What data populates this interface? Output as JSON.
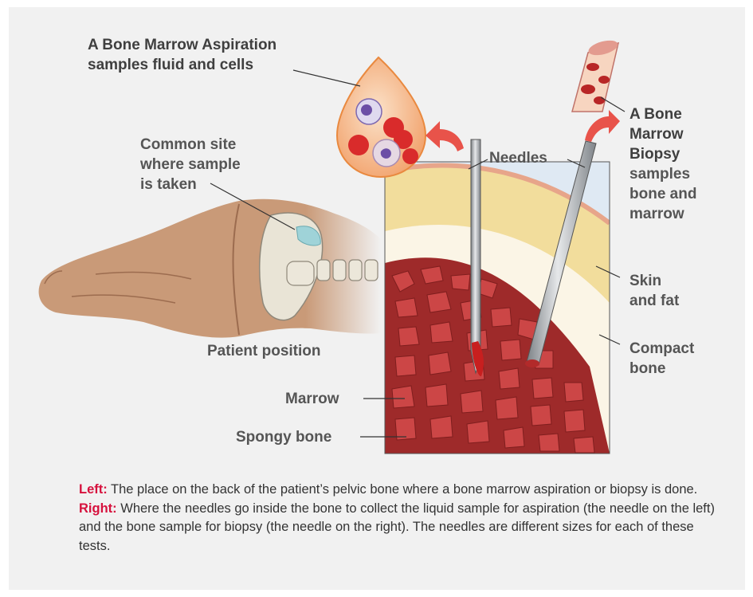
{
  "labels": {
    "aspiration_title": "A Bone Marrow Aspiration",
    "aspiration_desc": "samples fluid and cells",
    "site": [
      "Common site",
      "where sample",
      "is taken"
    ],
    "needles": "Needles",
    "biopsy": [
      "A Bone",
      "Marrow",
      "Biopsy",
      "samples",
      "bone and",
      "marrow"
    ],
    "skin_fat": [
      "Skin",
      "and fat"
    ],
    "compact_bone": [
      "Compact",
      "bone"
    ],
    "patient_position": "Patient position",
    "marrow": "Marrow",
    "spongy_bone": "Spongy bone"
  },
  "caption": {
    "left_key": "Left:",
    "left_text": " The place on the back of the patient’s pelvic bone where a bone marrow aspiration or biopsy is done. ",
    "right_key": "Right:",
    "right_text": " Where the needles go inside the bone to collect the liquid sample for aspiration (the needle on the left) and the bone sample for biopsy (the needle on the right). The needles are different sizes for each of these tests."
  },
  "colors": {
    "panel": "#f1f1f1",
    "skin": "#c99a78",
    "fat": "#f2dd9c",
    "compact_bone": "#fbf5e6",
    "marrow": "#9e2a2a",
    "spongy": "#c84141",
    "arrow": "#e8534a",
    "caption_key": "#d6113d"
  }
}
